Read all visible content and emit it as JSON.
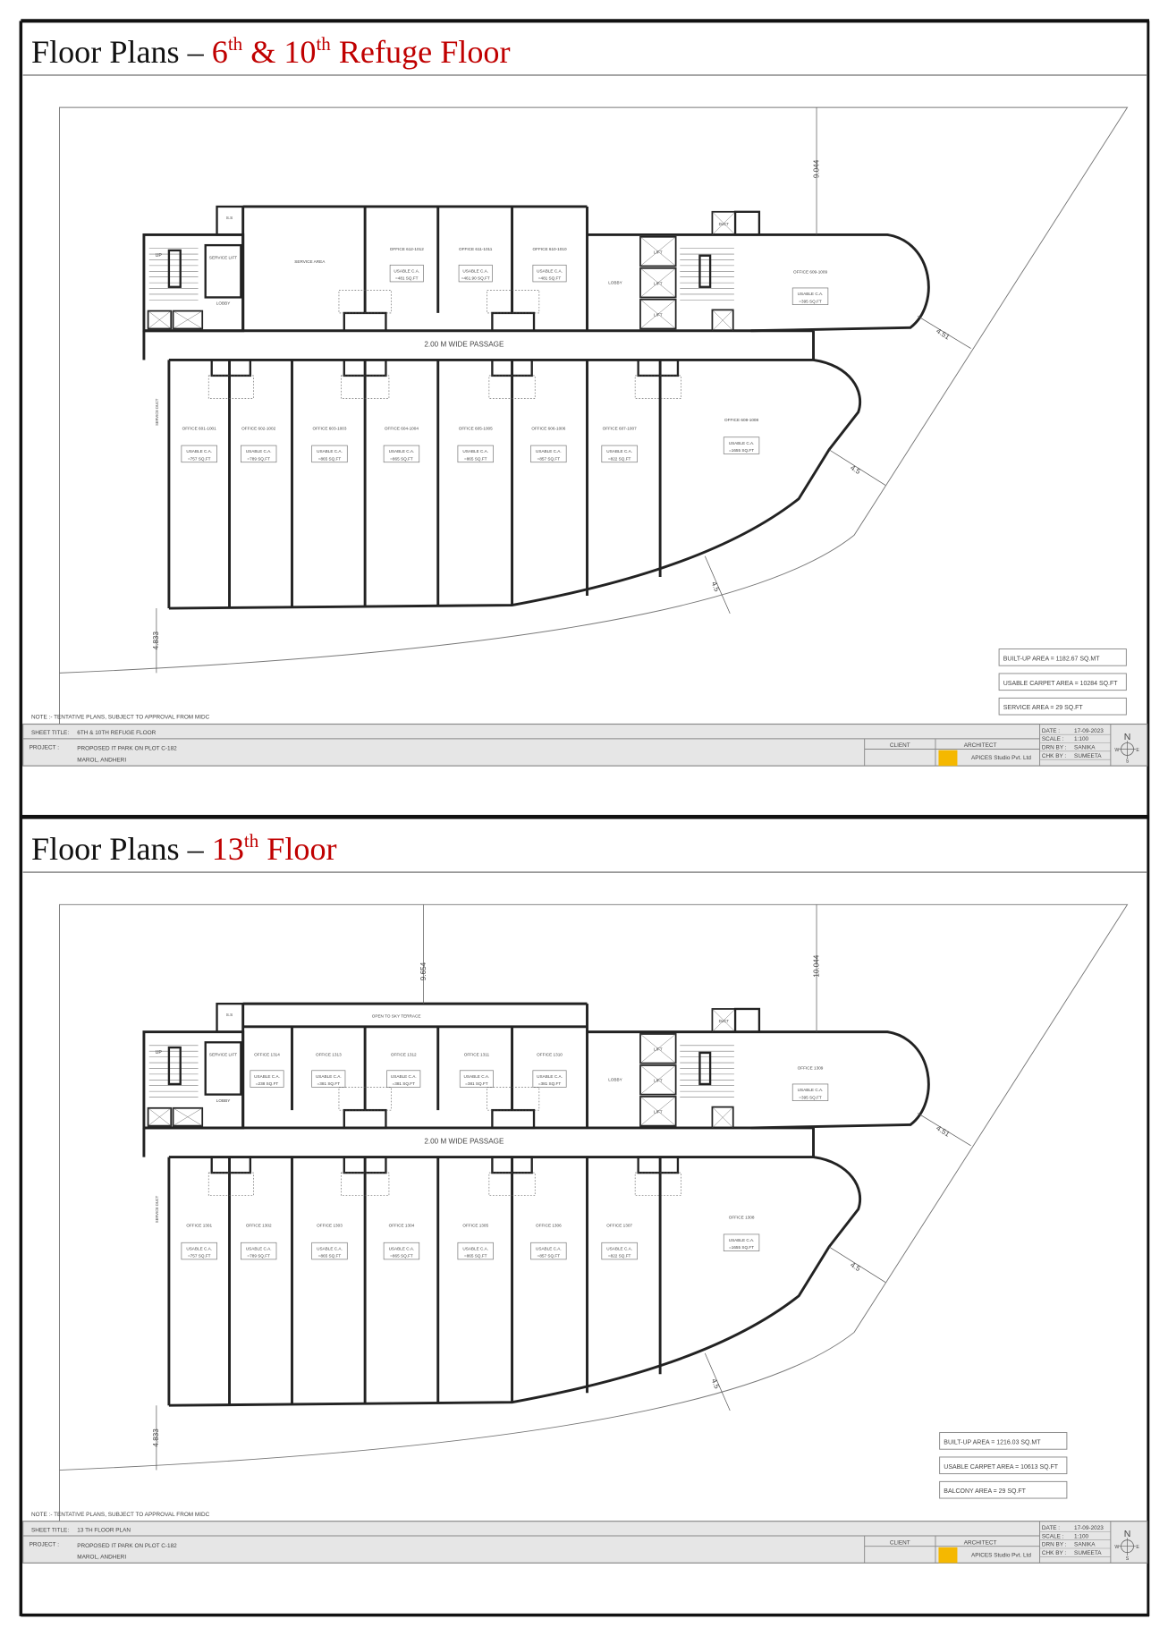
{
  "colors": {
    "title_black": "#111111",
    "title_red": "#c00000",
    "logo_yellow": "#f5b800"
  },
  "panels": [
    {
      "title": {
        "prefix": "Floor Plans – ",
        "parts": [
          {
            "text": "6"
          },
          {
            "text": "th",
            "sup": true
          },
          {
            "text": " & 10"
          },
          {
            "text": "th",
            "sup": true
          },
          {
            "text": " Refuge Floor"
          }
        ]
      },
      "top_strip": null,
      "core_labels": {
        "up": "UP",
        "service_lift": "SERVICE LIFT",
        "lobby_left": "LOBBY",
        "ss": "S.S",
        "lobby_right": "LOBBY",
        "lift": "LIFT",
        "duct": "DUCT",
        "service_duct": "SERVICE DUCT"
      },
      "service_area": "SERVICE AREA",
      "top_offices": [
        {
          "name": "OFFICE 612-1012",
          "usable": "USABLE C.A.",
          "value": "=481 SQ.FT"
        },
        {
          "name": "OFFICE 611-1011",
          "usable": "USABLE C.A.",
          "value": "=461.90 SQ.FT"
        },
        {
          "name": "OFFICE 610-1010",
          "usable": "USABLE C.A.",
          "value": "=481 SQ.FT"
        }
      ],
      "right_office": {
        "name": "OFFICE 609-1009",
        "usable": "USABLE C.A.",
        "value": "=395 SQ.FT"
      },
      "bottom_offices": [
        {
          "name": "OFFICE 601-1001",
          "usable": "USABLE C.A.",
          "value": "=757 SQ.FT"
        },
        {
          "name": "OFFICE 602-1002",
          "usable": "USABLE C.A.",
          "value": "=789 SQ.FT"
        },
        {
          "name": "OFFICE 603-1003",
          "usable": "USABLE C.A.",
          "value": "=865 SQ.FT"
        },
        {
          "name": "OFFICE 604-1004",
          "usable": "USABLE C.A.",
          "value": "=865 SQ.FT"
        },
        {
          "name": "OFFICE 605-1005",
          "usable": "USABLE C.A.",
          "value": "=865 SQ.FT"
        },
        {
          "name": "OFFICE 606-1006",
          "usable": "USABLE C.A.",
          "value": "=857 SQ.FT"
        },
        {
          "name": "OFFICE 607-1007",
          "usable": "USABLE C.A.",
          "value": "=822 SQ.FT"
        },
        {
          "name": "OFFICE 608-1008",
          "usable": "USABLE C.A.",
          "value": "=1655 SQ.FT"
        }
      ],
      "passage": "2.00 M WIDE PASSAGE",
      "dimensions": {
        "top_right": "9.044",
        "top_mid": null,
        "d1": "4.51",
        "d2": "4.5",
        "d3": "4.5",
        "left": "4.833"
      },
      "areas": [
        "BUILT-UP AREA = 1182.67 SQ.MT",
        "USABLE CARPET AREA = 10284 SQ.FT",
        "SERVICE AREA = 29 SQ.FT"
      ],
      "note": "NOTE :- TENTATIVE PLANS, SUBJECT TO APPROVAL FROM MIDC",
      "title_block": {
        "sheet_title_label": "SHEET TITLE:",
        "sheet_title": "6TH & 10TH REFUGE FLOOR",
        "project_label": "PROJECT :",
        "project_line1": "PROPOSED IT PARK ON PLOT C-182",
        "project_line2": "MAROL, ANDHERI",
        "client_label": "CLIENT",
        "architect_label": "ARCHITECT",
        "architect": "APICES Studio Pvt. Ltd",
        "date_label": "DATE :",
        "date": "17-09-2023",
        "scale_label": "SCALE :",
        "scale": "1:100",
        "drn_label": "DRN BY :",
        "drn": "SANIKA",
        "chk_label": "CHK BY :",
        "chk": "SUMEETA",
        "compass": {
          "n": "N",
          "e": "E",
          "w": "W",
          "s": "S"
        }
      }
    },
    {
      "title": {
        "prefix": "Floor Plans – ",
        "parts": [
          {
            "text": "13"
          },
          {
            "text": "th",
            "sup": true
          },
          {
            "text": " Floor"
          }
        ]
      },
      "top_strip": "OPEN TO SKY TERRACE",
      "core_labels": {
        "up": "UP",
        "service_lift": "SERVICE LIFT",
        "lobby_left": "LOBBY",
        "ss": "S.S",
        "lobby_right": "LOBBY",
        "lift": "LIFT",
        "duct": "DUCT",
        "service_duct": "SERVICE DUCT"
      },
      "service_area": null,
      "top_offices": [
        {
          "name": "OFFICE 1314",
          "usable": "USABLE C.A.",
          "value": "=238 SQ.FT"
        },
        {
          "name": "OFFICE 1313",
          "usable": "USABLE C.A.",
          "value": "=381 SQ.FT"
        },
        {
          "name": "OFFICE 1312",
          "usable": "USABLE C.A.",
          "value": "=381 SQ.FT"
        },
        {
          "name": "OFFICE 1311",
          "usable": "USABLE C.A.",
          "value": "=381 SQ.FT"
        },
        {
          "name": "OFFICE 1310",
          "usable": "USABLE C.A.",
          "value": "=381 SQ.FT"
        }
      ],
      "right_office": {
        "name": "OFFICE 1309",
        "usable": "USABLE C.A.",
        "value": "=395 SQ.FT"
      },
      "bottom_offices": [
        {
          "name": "OFFICE 1301",
          "usable": "USABLE C.A.",
          "value": "=757 SQ.FT"
        },
        {
          "name": "OFFICE 1302",
          "usable": "USABLE C.A.",
          "value": "=789 SQ.FT"
        },
        {
          "name": "OFFICE 1303",
          "usable": "USABLE C.A.",
          "value": "=865 SQ.FT"
        },
        {
          "name": "OFFICE 1304",
          "usable": "USABLE C.A.",
          "value": "=865 SQ.FT"
        },
        {
          "name": "OFFICE 1305",
          "usable": "USABLE C.A.",
          "value": "=865 SQ.FT"
        },
        {
          "name": "OFFICE 1306",
          "usable": "USABLE C.A.",
          "value": "=857 SQ.FT"
        },
        {
          "name": "OFFICE 1307",
          "usable": "USABLE C.A.",
          "value": "=822 SQ.FT"
        },
        {
          "name": "OFFICE 1308",
          "usable": "USABLE C.A.",
          "value": "=1655 SQ.FT"
        }
      ],
      "passage": "2.00 M WIDE PASSAGE",
      "dimensions": {
        "top_right": "10.044",
        "top_mid": "9.654",
        "d1": "4.51",
        "d2": "4.5",
        "d3": "4.5",
        "left": "4.833"
      },
      "areas": [
        "BUILT-UP AREA = 1216.03 SQ.MT",
        "USABLE CARPET AREA = 10613 SQ.FT",
        "BALCONY AREA = 29 SQ.FT"
      ],
      "note": "NOTE :- TENTATIVE PLANS, SUBJECT TO APPROVAL FROM MIDC",
      "title_block": {
        "sheet_title_label": "SHEET TITLE:",
        "sheet_title": "13 TH FLOOR PLAN",
        "project_label": "PROJECT :",
        "project_line1": "PROPOSED IT PARK ON PLOT C-182",
        "project_line2": "MAROL, ANDHERI",
        "client_label": "CLIENT",
        "architect_label": "ARCHITECT",
        "architect": "APICES Studio Pvt. Ltd",
        "date_label": "DATE :",
        "date": "17-09-2023",
        "scale_label": "SCALE :",
        "scale": "1:100",
        "drn_label": "DRN BY :",
        "drn": "SANIKA",
        "chk_label": "CHK BY :",
        "chk": "SUMEETA",
        "compass": {
          "n": "N",
          "e": "E",
          "w": "W",
          "s": "S"
        }
      }
    }
  ]
}
